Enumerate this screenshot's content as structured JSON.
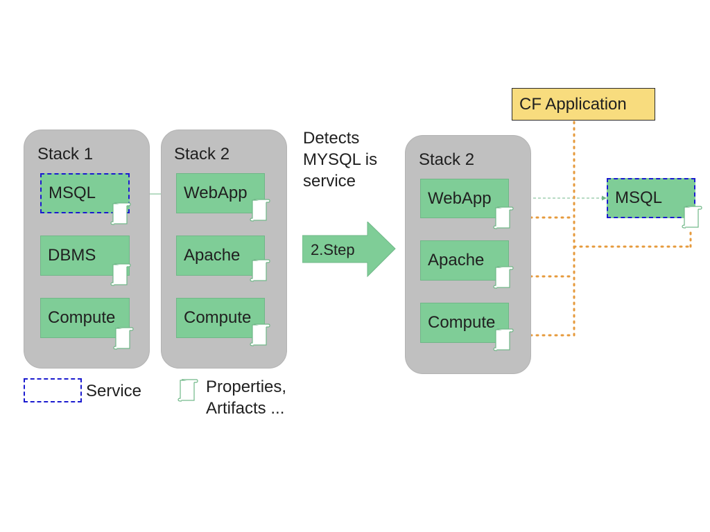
{
  "left": {
    "stack1": {
      "title": "Stack 1",
      "nodes": [
        "MSQL",
        "DBMS",
        "Compute"
      ]
    },
    "stack2": {
      "title": "Stack 2",
      "nodes": [
        "WebApp",
        "Apache",
        "Compute"
      ]
    }
  },
  "detect_text": "Detects\nMYSQL is\nservice",
  "step_label": "2.Step",
  "right": {
    "stack": {
      "title": "Stack 2",
      "nodes": [
        "WebApp",
        "Apache",
        "Compute"
      ]
    },
    "external_service": "MSQL",
    "cf_application": "CF Application"
  },
  "legend": {
    "service": "Service",
    "properties": "Properties,\nArtifacts ..."
  },
  "colors": {
    "node_fill": "#7fcd97",
    "stack_fill": "#c0c0c0",
    "service_border": "#1a1acf",
    "cf_fill": "#f8dc7e",
    "dotted_link": "#e69a3c"
  }
}
